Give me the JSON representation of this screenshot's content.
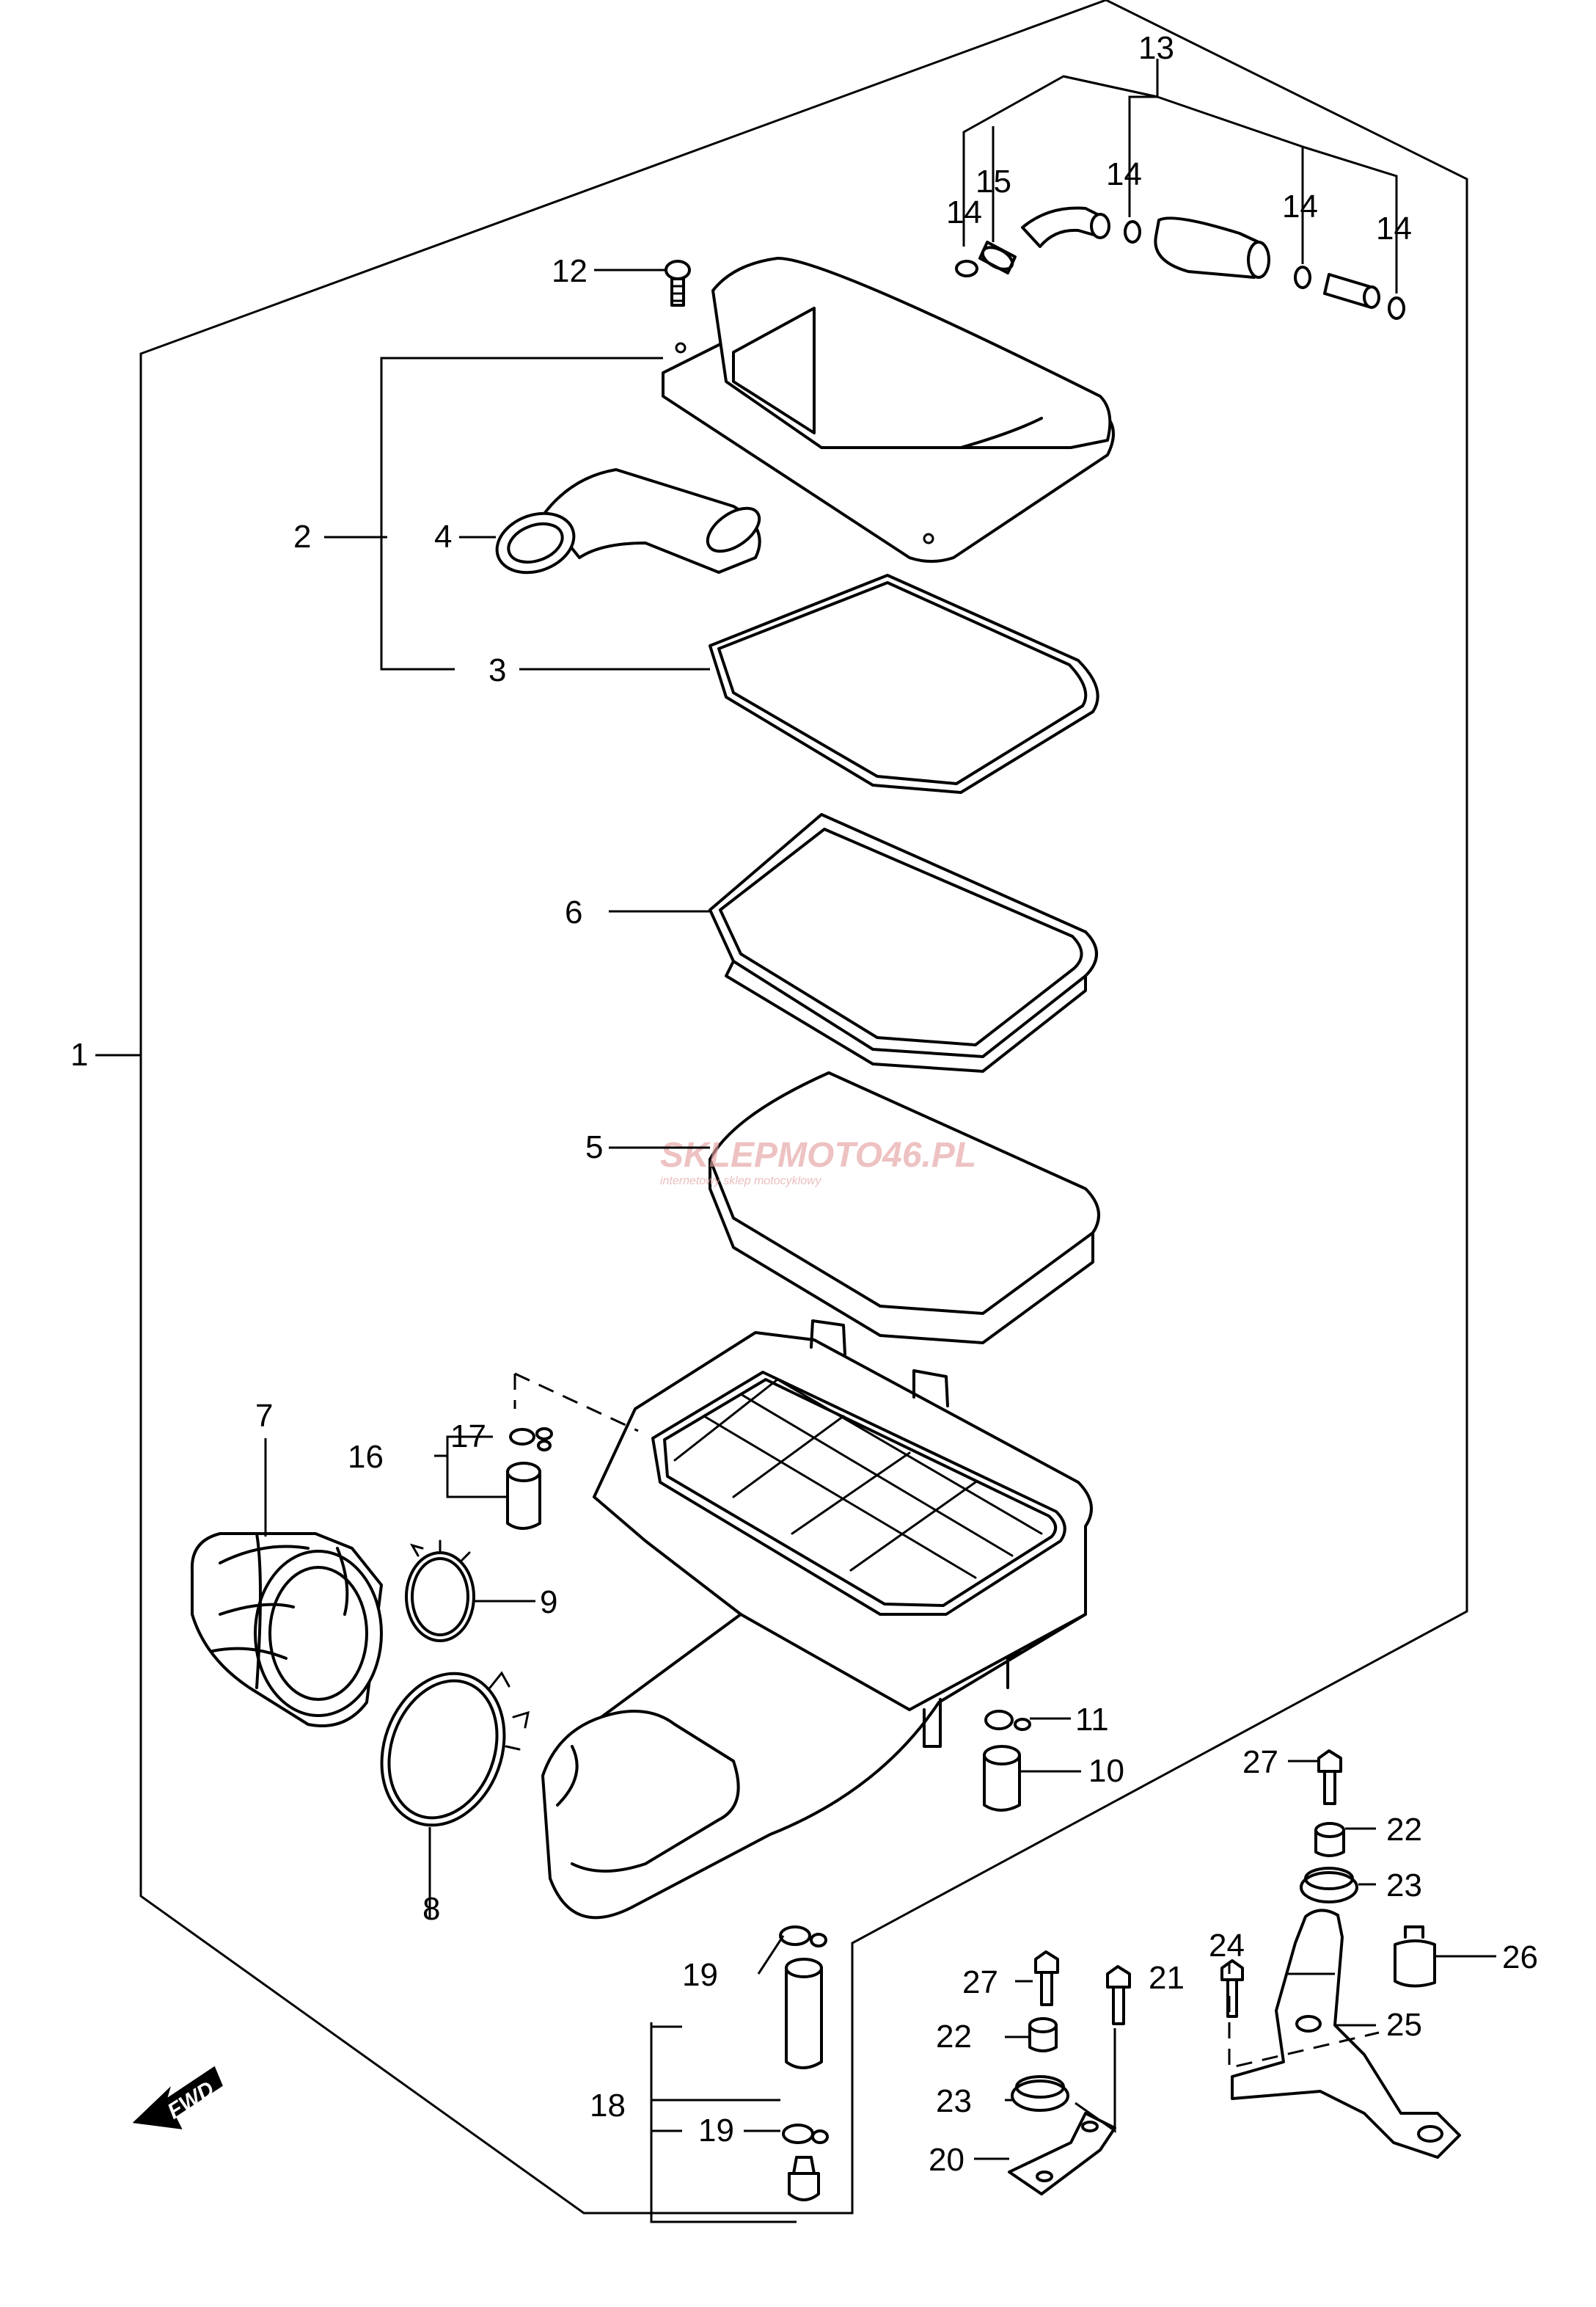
{
  "callouts": [
    "1",
    "2",
    "3",
    "4",
    "5",
    "6",
    "7",
    "8",
    "9",
    "10",
    "11",
    "12",
    "13",
    "14",
    "15",
    "16",
    "17",
    "18",
    "19",
    "20",
    "21",
    "22",
    "23",
    "24",
    "25",
    "26",
    "27"
  ],
  "fwd_label": "FWD",
  "watermark": {
    "text": "SKLEPMOTO46.PL",
    "subtitle": "internetowy sklep motocyklowy"
  }
}
